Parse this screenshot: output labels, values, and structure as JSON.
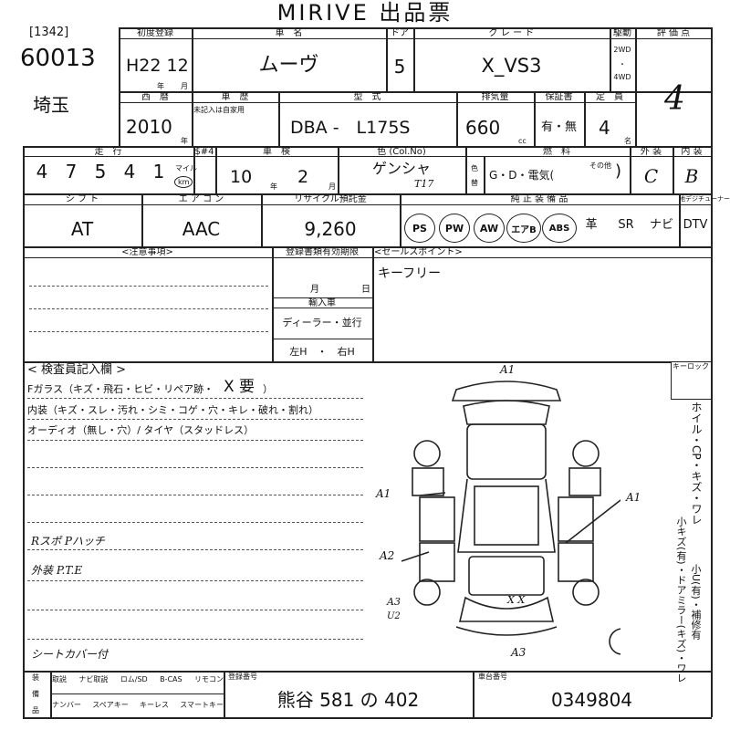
{
  "header": {
    "title": "MIRIVE 出品票"
  },
  "lot": {
    "code": "[1342]",
    "number": "60013",
    "region": "埼玉"
  },
  "row1": {
    "first_reg_label": "初度登録",
    "first_reg_value": "H22 12",
    "year_unit": "年",
    "month_unit": "月",
    "model_label": "車　名",
    "model_value": "ムーヴ",
    "doors_label": "ドア",
    "doors_value": "5",
    "grade_label": "グ レ ー ド",
    "grade_value": "X_VS3",
    "drive_label": "駆動",
    "drive_2wd": "2WD",
    "drive_dot": "・",
    "drive_4wd": "4WD",
    "rating_label": "評 価 点",
    "rating_value": "4"
  },
  "row2": {
    "year_label": "西　暦",
    "year_value": "2010",
    "year_suffix": "年",
    "reg_no_label": "車　歴",
    "reg_no_note": "未記入は自家用",
    "type_label": "型　式",
    "type_value": "DBA -　L175S",
    "disp_label": "排気量",
    "disp_value": "660",
    "disp_unit": "cc",
    "warranty_label": "保証書",
    "warranty_value": "有・無",
    "capacity_label": "定　員",
    "capacity_value": "4",
    "capacity_unit": "名"
  },
  "row3": {
    "mileage_label": "走　行",
    "mileage_flag_label": "$#4",
    "mileage_digits": [
      "4",
      "7",
      "5",
      "4",
      "1"
    ],
    "mile_unit": "マイル",
    "km_unit": "km",
    "inspection_label": "車　検",
    "inspection_year": "10",
    "inspection_month": "2",
    "inspection_year_unit": "年",
    "inspection_month_unit": "月",
    "color_label": "色 (Col.No)",
    "color_value": "ゲンシャ",
    "color_code": "T17",
    "color_side_1": "色",
    "color_side_2": "替",
    "fuel_label": "燃　料",
    "fuel_value": "G・D・電気(",
    "fuel_other_label": "その他",
    "fuel_close": ")",
    "ext_label": "外 装",
    "ext_value": "C",
    "int_label": "内 装",
    "int_value": "B"
  },
  "row4": {
    "shift_label": "シ フ ト",
    "shift_value": "AT",
    "ac_label": "エ ア コ ン",
    "ac_value": "AAC",
    "recycle_label": "リサイクル預託金",
    "recycle_value": "9,260",
    "equip_label": "純 正 装 備 品",
    "tuner_label": "地デジチューナー",
    "equip_items": [
      "PS",
      "PW",
      "AW",
      "エアB",
      "ABS"
    ],
    "leather": "革",
    "sr": "SR",
    "navi": "ナビ",
    "dtv": "DTV"
  },
  "notes": {
    "caution_label": "<注意事項>",
    "doc_label": "登録書類有効期限",
    "doc_month": "月",
    "doc_day": "日",
    "import_label": "輸入車",
    "dealer_label": "ディーラー・並行",
    "handle_label": "左H　・　右H",
    "sales_label": "<セールスポイント>",
    "sales_value": "キーフリー"
  },
  "inspector": {
    "title": "< 検査員記入欄 >",
    "line1": "Fガラス（キズ・飛石・ヒビ・リペア跡・",
    "line1_mark": "X 要",
    "line1_end": "）",
    "line2": "内装（キズ・スレ・汚れ・シミ・コゲ・穴・キレ・破れ・割れ）",
    "line3": "オーディオ（無し・穴）/ タイヤ（スタッドレス）",
    "hand1": "Rスポ Pハッチ",
    "hand2": "外装 P.T.E",
    "hand3": "シートカバー付"
  },
  "diagram": {
    "mark_top": "A1",
    "mark_left": "A1",
    "mark_right": "A1",
    "mark_a2": "A2",
    "mark_a3u": "A3",
    "mark_u2": "U2",
    "mark_bottom": "A3",
    "mark_xx": "X X",
    "keyless_label": "キーロック",
    "side_text_1": "ホイル・CP・キズ・ワレ",
    "side_text_2": "小キズ(有)・ドアミラー(キズ)・ワレ",
    "side_text_3": "小U(有)・補修有"
  },
  "footer": {
    "equip_label_1": "装",
    "equip_label_2": "備",
    "equip_label_3": "品",
    "top_items": [
      "取説",
      "ナビ取説",
      "ロム/SD",
      "B-CAS",
      "リモコン"
    ],
    "bottom_items": [
      "ナンバー",
      "スペアキー",
      "キーレス",
      "スマートキー"
    ],
    "plate_label": "登録番号",
    "plate_value": "熊谷 581 の 402",
    "chassis_label": "車台番号",
    "chassis_value": "0349804"
  }
}
